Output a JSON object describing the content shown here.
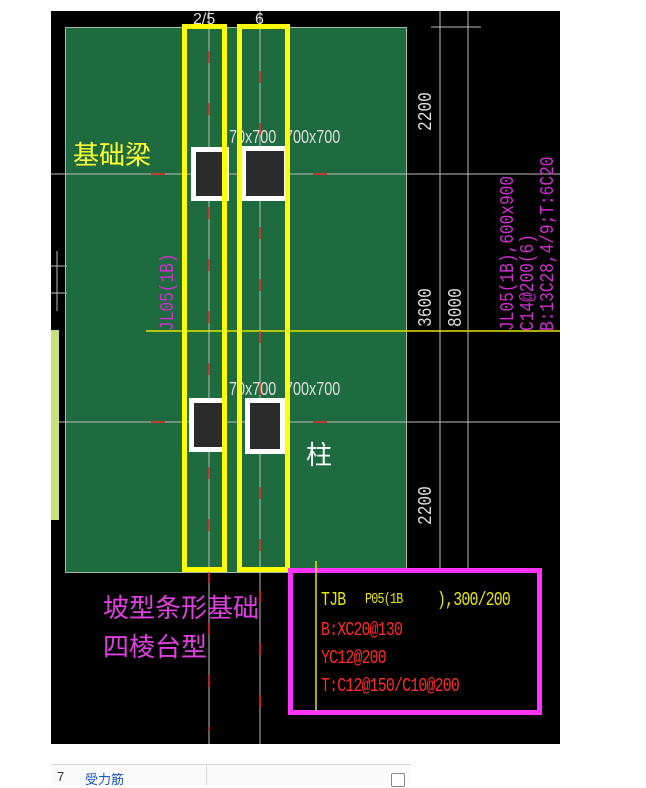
{
  "labels": {
    "foundation_beam": "基础梁",
    "column": "柱",
    "strip_foundation_line1": "坡型条形基础",
    "strip_foundation_line2": "四棱台型"
  },
  "axis_top": {
    "left": "2/5",
    "right": "6"
  },
  "column_sizes": {
    "top_a": "70x700",
    "top_b": "700x700",
    "bottom_a": "70x700",
    "bottom_b": "700x700"
  },
  "dimensions": {
    "d1": "2200",
    "d2": "3600",
    "d3": "8000",
    "d4": "2200"
  },
  "beam_labels": {
    "left": "JL05(1B)",
    "right_line1": "JL05(1B),600x900",
    "right_line2": "C14@200(6)",
    "right_line3": "B:13C28,4/9;T:6C20"
  },
  "foundation_note": {
    "line1_a": "TJB",
    "line1_b": "P05(1B",
    "line1_c": "),300/200",
    "line2": "B:XC20@130",
    "line3": "YC12@200",
    "line4": "T:C12@150/C10@200"
  },
  "bottom_bar": {
    "index": "7",
    "text": "受力筋"
  },
  "colors": {
    "background": "#000000",
    "slab": "#1d6b3e",
    "highlight_yellow": "#ffff00",
    "highlight_magenta": "#ff33ff",
    "cad_red": "#ff2a2a",
    "cad_magenta": "#d030d0"
  }
}
